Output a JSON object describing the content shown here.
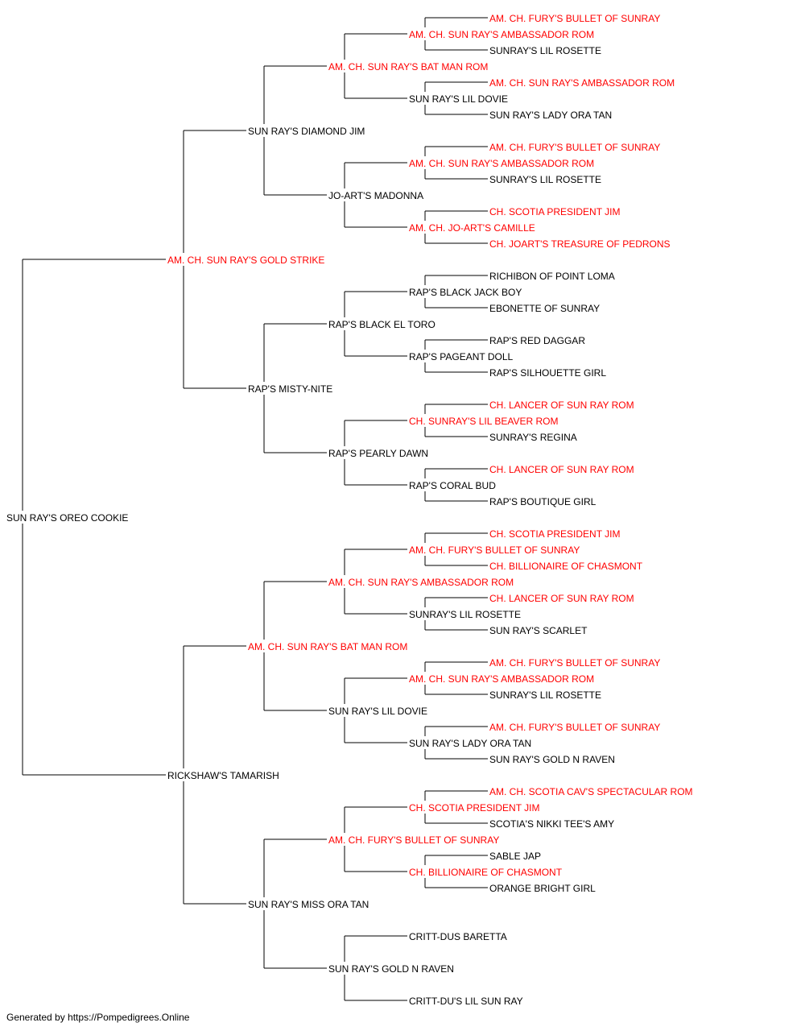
{
  "colors": {
    "champion": "#ff0000",
    "normal": "#000000",
    "line": "#000000"
  },
  "footer": "Generated by https://Pompedigrees.Online",
  "pedigree": {
    "name": "SUN RAY'S OREO COOKIE",
    "champion": false,
    "sire": {
      "name": "AM. CH. SUN RAY'S GOLD STRIKE",
      "champion": true,
      "sire": {
        "name": "SUN RAY'S DIAMOND JIM",
        "champion": false,
        "sire": {
          "name": "AM. CH. SUN RAY'S BAT MAN ROM",
          "champion": true,
          "sire": {
            "name": "AM. CH. SUN RAY'S AMBASSADOR ROM",
            "champion": true,
            "sire": {
              "name": "AM. CH. FURY'S BULLET OF SUNRAY",
              "champion": true
            },
            "dam": {
              "name": "SUNRAY'S LIL ROSETTE",
              "champion": false
            }
          },
          "dam": {
            "name": "SUN RAY'S LIL DOVIE",
            "champion": false,
            "sire": {
              "name": "AM. CH. SUN RAY'S AMBASSADOR ROM",
              "champion": true
            },
            "dam": {
              "name": "SUN RAY'S LADY ORA TAN",
              "champion": false
            }
          }
        },
        "dam": {
          "name": "JO-ART'S MADONNA",
          "champion": false,
          "sire": {
            "name": "AM. CH. SUN RAY'S AMBASSADOR ROM",
            "champion": true,
            "sire": {
              "name": "AM. CH. FURY'S BULLET OF SUNRAY",
              "champion": true
            },
            "dam": {
              "name": "SUNRAY'S LIL ROSETTE",
              "champion": false
            }
          },
          "dam": {
            "name": "AM. CH. JO-ART'S CAMILLE",
            "champion": true,
            "sire": {
              "name": "CH. SCOTIA PRESIDENT JIM",
              "champion": true
            },
            "dam": {
              "name": "CH. JOART'S TREASURE OF PEDRONS",
              "champion": true
            }
          }
        }
      },
      "dam": {
        "name": "RAP'S MISTY-NITE",
        "champion": false,
        "sire": {
          "name": "RAP'S BLACK EL TORO",
          "champion": false,
          "sire": {
            "name": "RAP'S BLACK JACK BOY",
            "champion": false,
            "sire": {
              "name": "RICHIBON OF POINT LOMA",
              "champion": false
            },
            "dam": {
              "name": "EBONETTE OF SUNRAY",
              "champion": false
            }
          },
          "dam": {
            "name": "RAP'S PAGEANT DOLL",
            "champion": false,
            "sire": {
              "name": "RAP'S RED DAGGAR",
              "champion": false
            },
            "dam": {
              "name": "RAP'S SILHOUETTE GIRL",
              "champion": false
            }
          }
        },
        "dam": {
          "name": "RAP'S PEARLY DAWN",
          "champion": false,
          "sire": {
            "name": "CH. SUNRAY'S LIL BEAVER ROM",
            "champion": true,
            "sire": {
              "name": "CH. LANCER OF SUN RAY ROM",
              "champion": true
            },
            "dam": {
              "name": "SUNRAY'S REGINA",
              "champion": false
            }
          },
          "dam": {
            "name": "RAP'S CORAL BUD",
            "champion": false,
            "sire": {
              "name": "CH. LANCER OF SUN RAY ROM",
              "champion": true
            },
            "dam": {
              "name": "RAP'S BOUTIQUE GIRL",
              "champion": false
            }
          }
        }
      }
    },
    "dam": {
      "name": "RICKSHAW'S TAMARISH",
      "champion": false,
      "sire": {
        "name": "AM. CH. SUN RAY'S BAT MAN ROM",
        "champion": true,
        "sire": {
          "name": "AM. CH. SUN RAY'S AMBASSADOR ROM",
          "champion": true,
          "sire": {
            "name": "AM. CH. FURY'S BULLET OF SUNRAY",
            "champion": true,
            "sire": {
              "name": "CH. SCOTIA PRESIDENT JIM",
              "champion": true
            },
            "dam": {
              "name": "CH. BILLIONAIRE OF CHASMONT",
              "champion": true
            }
          },
          "dam": {
            "name": "SUNRAY'S LIL ROSETTE",
            "champion": false,
            "sire": {
              "name": "CH. LANCER OF SUN RAY ROM",
              "champion": true
            },
            "dam": {
              "name": "SUN RAY'S SCARLET",
              "champion": false
            }
          }
        },
        "dam": {
          "name": "SUN RAY'S LIL DOVIE",
          "champion": false,
          "sire": {
            "name": "AM. CH. SUN RAY'S AMBASSADOR ROM",
            "champion": true,
            "sire": {
              "name": "AM. CH. FURY'S BULLET OF SUNRAY",
              "champion": true
            },
            "dam": {
              "name": "SUNRAY'S LIL ROSETTE",
              "champion": false
            }
          },
          "dam": {
            "name": "SUN RAY'S LADY ORA TAN",
            "champion": false,
            "sire": {
              "name": "AM. CH. FURY'S BULLET OF SUNRAY",
              "champion": true
            },
            "dam": {
              "name": "SUN RAY'S GOLD N RAVEN",
              "champion": false
            }
          }
        }
      },
      "dam": {
        "name": "SUN RAY'S MISS ORA TAN",
        "champion": false,
        "sire": {
          "name": "AM. CH. FURY'S BULLET OF SUNRAY",
          "champion": true,
          "sire": {
            "name": "CH. SCOTIA PRESIDENT JIM",
            "champion": true,
            "sire": {
              "name": "AM. CH. SCOTIA CAV'S SPECTACULAR ROM",
              "champion": true
            },
            "dam": {
              "name": "SCOTIA'S NIKKI TEE'S AMY",
              "champion": false
            }
          },
          "dam": {
            "name": "CH. BILLIONAIRE OF CHASMONT",
            "champion": true,
            "sire": {
              "name": "SABLE JAP",
              "champion": false
            },
            "dam": {
              "name": "ORANGE BRIGHT GIRL",
              "champion": false
            }
          }
        },
        "dam": {
          "name": "SUN RAY'S GOLD N RAVEN",
          "champion": false,
          "sire": {
            "name": "CRITT-DUS BARETTA",
            "champion": false
          },
          "dam": {
            "name": "CRITT-DU'S LIL SUN RAY",
            "champion": false
          }
        }
      }
    }
  }
}
